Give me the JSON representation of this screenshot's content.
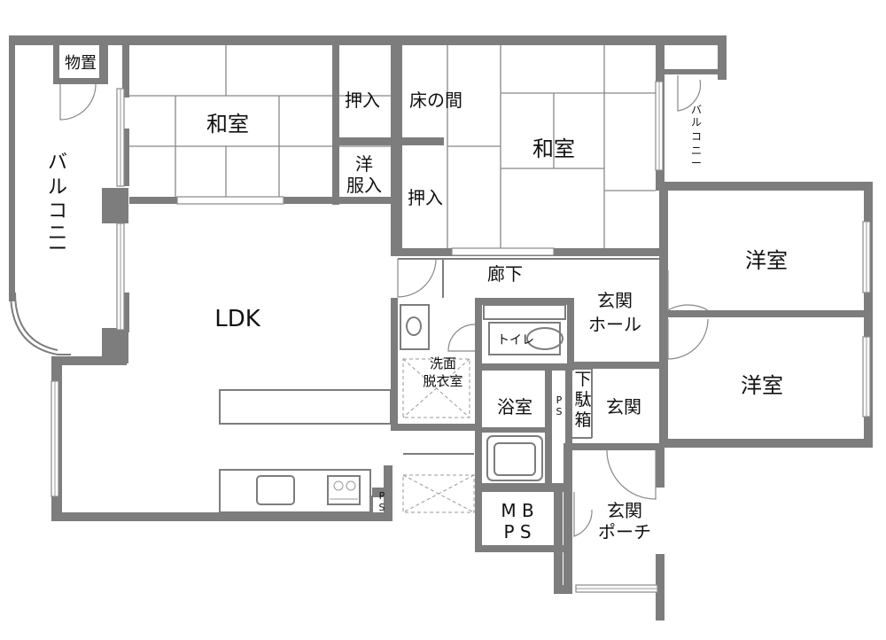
{
  "rooms": {
    "storage": "物置",
    "balcony_left": [
      "バ",
      "ル",
      "コ",
      "ニ",
      "ー"
    ],
    "washitsu_left": "和室",
    "oshiire_1": "押入",
    "yofukuire": [
      "洋",
      "服入"
    ],
    "tokonoma": "床の間",
    "oshiire_2": "押入",
    "washitsu_right": "和室",
    "balcony_small": [
      "バ",
      "ル",
      "コ",
      "ニ",
      "ー"
    ],
    "youshitsu_1": "洋室",
    "youshitsu_2": "洋室",
    "rouka": "廊下",
    "genkan_hall": [
      "玄関",
      "ホール"
    ],
    "ldk": "LDK",
    "toilet": "トイレ",
    "senmen": [
      "洗面",
      "脱衣室"
    ],
    "yokushitsu": "浴室",
    "ps_1": [
      "P",
      "S"
    ],
    "getabako": [
      "下",
      "駄",
      "箱"
    ],
    "genkan": "玄関",
    "ps_2": [
      "P",
      "S"
    ],
    "mbps": [
      "M B",
      "P S"
    ],
    "genkan_porch": [
      "玄関",
      "ポーチ"
    ]
  }
}
